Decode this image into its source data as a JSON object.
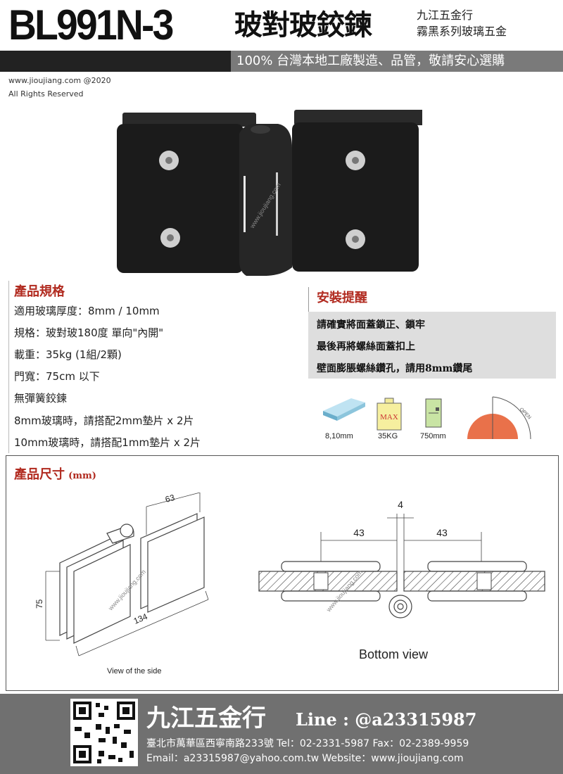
{
  "header": {
    "model": "BL991N-3",
    "product_title": "玻對玻鉸鍊",
    "store_name": "九江五金行",
    "series": "霧黑系列玻璃五金",
    "slogan": "100% 台灣本地工廠製造、品管，敬請安心選購",
    "website": "www.jioujiang.com @2020",
    "rights": "All Rights Reserved"
  },
  "watermark": "www.jioujiang.com",
  "colors": {
    "accent_red": "#b12a1f",
    "header_dark": "#222222",
    "footer_gray": "#707070",
    "product_black": "#1a1a1a"
  },
  "spec": {
    "title": "產品規格",
    "lines": [
      "適用玻璃厚度：8mm / 10mm",
      "規格：玻對玻180度 單向\"內開\"",
      "載重：35kg  (1組/2顆)",
      "門寬：75cm 以下",
      "無彈簧鉸鍊",
      "8mm玻璃時，請搭配2mm墊片 x 2片",
      "10mm玻璃時，請搭配1mm墊片 x 2片"
    ]
  },
  "install": {
    "title": "安裝提醒",
    "lines": [
      "請確實將面蓋鎖正、鎖牢",
      "最後再將螺絲面蓋扣上",
      "壁面膨脹螺絲鑽孔，請用8mm鑽尾"
    ]
  },
  "icons": [
    {
      "name": "glass-thickness-icon",
      "label": "8,10mm"
    },
    {
      "name": "max-weight-icon",
      "label": "35KG",
      "inner": "MAX"
    },
    {
      "name": "door-width-icon",
      "label": "750mm"
    },
    {
      "name": "open-angle-icon",
      "label": "",
      "inner": "OPEN"
    }
  ],
  "dimensions": {
    "title": "產品尺寸",
    "unit": "(mm)",
    "side_view_label": "View of the side",
    "bottom_view_label": "Bottom view",
    "side_width": "63",
    "side_height": "75",
    "side_length": "134",
    "gap": "4",
    "left_offset": "43",
    "right_offset": "43"
  },
  "footer": {
    "name": "九江五金行",
    "line_id": "Line : @a23315987",
    "address_line": "臺北市萬華區西寧南路233號   Tel：02-2331-5987   Fax：02-2389-9959",
    "contact_line": "Email：a23315987@yahoo.com.tw    Website：www.jioujiang.com"
  }
}
